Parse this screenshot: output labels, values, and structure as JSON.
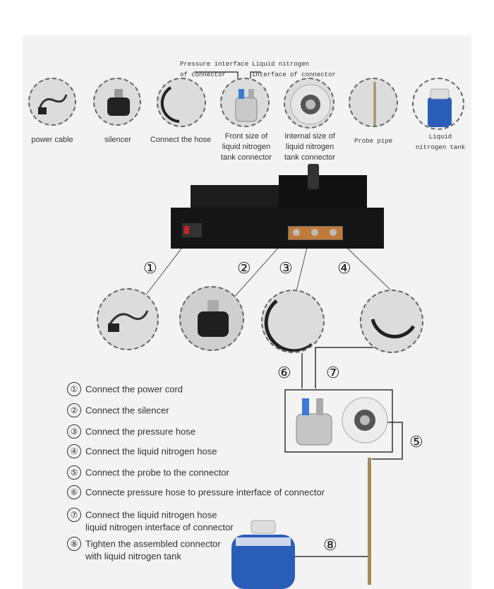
{
  "components": [
    {
      "id": "power-cable",
      "label": "power cable"
    },
    {
      "id": "silencer",
      "label": "silencer"
    },
    {
      "id": "hose",
      "label": "Connect the hose"
    },
    {
      "id": "front-connector",
      "label": "Front size of liquid nitrogen tank connector"
    },
    {
      "id": "internal-connector",
      "label": "Internal size of liquid nitrogen tank connector"
    },
    {
      "id": "probe-pipe",
      "label": "Probe pipe"
    },
    {
      "id": "nitrogen-tank",
      "label": "Liquid nitrogen tank"
    }
  ],
  "callouts": {
    "pressure_interface": "Pressure interface of connector",
    "ln2_interface": "Liquid nitrogen interface of connector"
  },
  "markers": [
    "①",
    "②",
    "③",
    "④",
    "⑤",
    "⑥",
    "⑦",
    "⑧"
  ],
  "steps": [
    {
      "num": "①",
      "text": "Connect the power cord",
      "text2": ""
    },
    {
      "num": "②",
      "text": "Connect the silencer",
      "text2": ""
    },
    {
      "num": "③",
      "text": "Connect the pressure hose",
      "text2": ""
    },
    {
      "num": "④",
      "text": "Connect the liquid nitrogen hose",
      "text2": ""
    },
    {
      "num": "⑤",
      "text": "Connect the probe to the connector",
      "text2": ""
    },
    {
      "num": "⑥",
      "text": "Connecte pressure hose to pressure interface of connector",
      "text2": ""
    },
    {
      "num": "⑦",
      "text": "Connect the liquid nitrogen hose",
      "text2": "liquid nitrogen interface of connector"
    },
    {
      "num": "⑧",
      "text": "Tighten the assembled connector",
      "text2": "with liquid nitrogen tank"
    }
  ]
}
